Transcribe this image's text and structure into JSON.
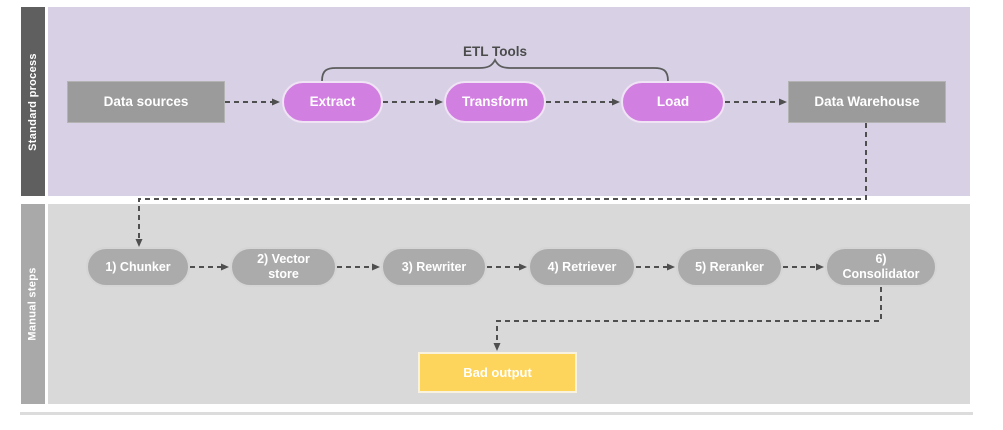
{
  "diagram": {
    "lanes": [
      {
        "label": "Standard process"
      },
      {
        "label": "Manual steps"
      }
    ],
    "annotation": {
      "label": "ETL Tools"
    },
    "standard_nodes": [
      {
        "label": "Data sources",
        "shape": "rectangle"
      },
      {
        "label": "Extract",
        "shape": "pill"
      },
      {
        "label": "Transform",
        "shape": "pill"
      },
      {
        "label": "Load",
        "shape": "pill"
      },
      {
        "label": "Data Warehouse",
        "shape": "rectangle"
      }
    ],
    "manual_nodes": [
      {
        "label": "1) Chunker",
        "shape": "pill"
      },
      {
        "label": "2) Vector store",
        "shape": "pill"
      },
      {
        "label": "3) Rewriter",
        "shape": "pill"
      },
      {
        "label": "4) Retriever",
        "shape": "pill"
      },
      {
        "label": "5) Reranker",
        "shape": "pill"
      },
      {
        "label": "6) Consolidator",
        "shape": "pill"
      },
      {
        "label": "Bad output",
        "shape": "rectangle"
      }
    ],
    "colors": {
      "lane1_strip": "#5f5f5f",
      "lane1_body": "#d8d1e6",
      "lane2_strip": "#a9a9a9",
      "lane2_body": "#d9d9d9",
      "gray_node": "#9b9b9b",
      "pink_node": "#d27fe2",
      "gray_pill": "#ababab",
      "yellow_node": "#fdd45c",
      "connector": "#4f4f4f",
      "node_text": "#ffffff",
      "annotation_text": "#4b4b4b"
    }
  }
}
